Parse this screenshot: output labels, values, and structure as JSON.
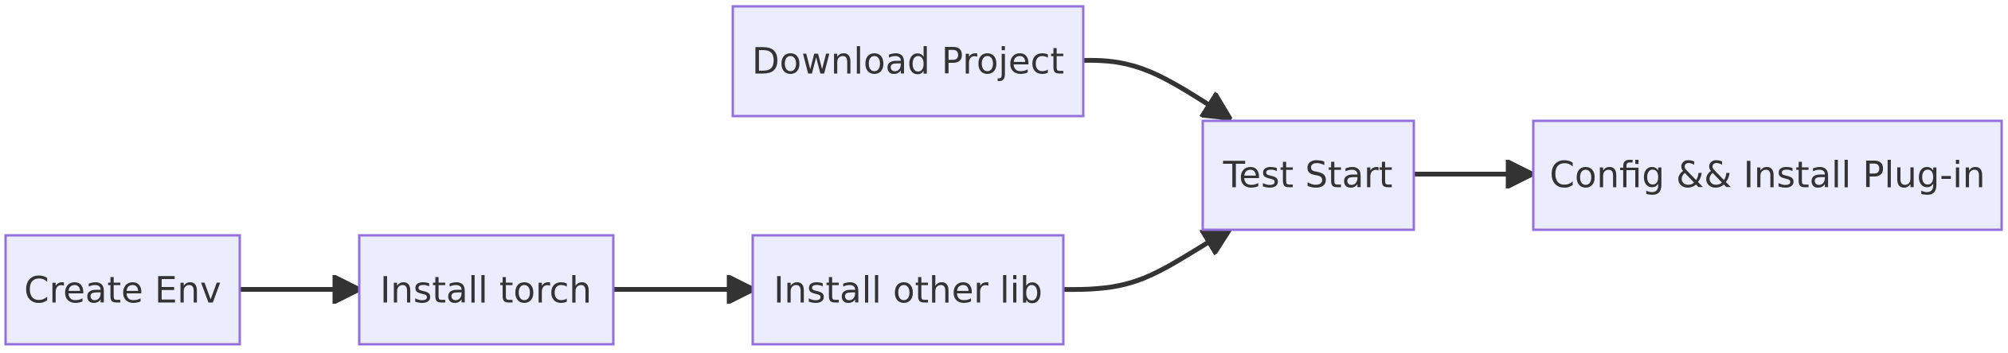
{
  "diagram": {
    "type": "flowchart",
    "direction": "left-to-right",
    "colors": {
      "node_fill": "#ececff",
      "node_border": "#9370db",
      "edge": "#333333",
      "text": "#333333"
    },
    "nodes": {
      "download_project": "Download Project",
      "test_start": "Test Start",
      "config_install": "Config && Install Plug-in",
      "create_env": "Create Env",
      "install_torch": "Install torch",
      "install_other_lib": "Install other lib"
    },
    "edges": [
      {
        "from": "create_env",
        "to": "install_torch"
      },
      {
        "from": "install_torch",
        "to": "install_other_lib"
      },
      {
        "from": "install_other_lib",
        "to": "test_start"
      },
      {
        "from": "download_project",
        "to": "test_start"
      },
      {
        "from": "test_start",
        "to": "config_install"
      }
    ]
  }
}
